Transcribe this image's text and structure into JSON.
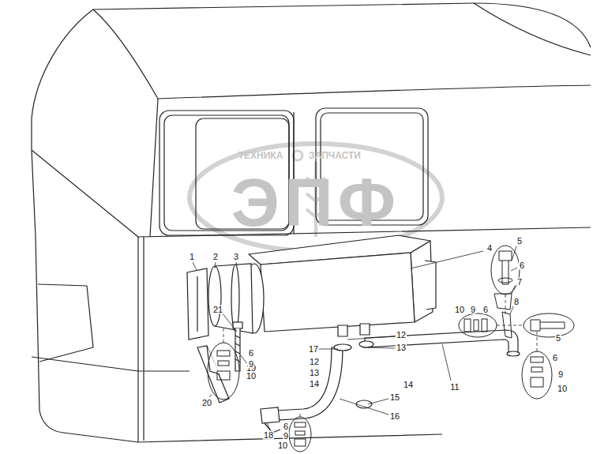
{
  "diagram": {
    "labels": [
      "ТЕХНИКА",
      "ЗАПЧАСТИ",
      "ЭПФ",
      "1",
      "2",
      "3",
      "4",
      "5",
      "6",
      "7",
      "8",
      "10",
      "9",
      "6",
      "5",
      "12",
      "13",
      "17",
      "12",
      "13",
      "14",
      "14",
      "21",
      "19",
      "20",
      "11",
      "15",
      "16",
      "18",
      "6",
      "9",
      "10",
      "6",
      "9",
      "10",
      "6",
      "9",
      "10"
    ]
  }
}
